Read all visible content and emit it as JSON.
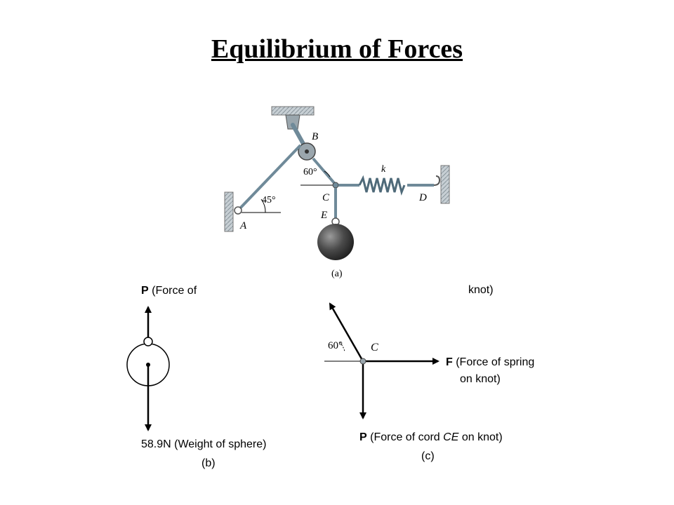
{
  "title": "Equilibrium of Forces",
  "figure_a": {
    "caption": "(a)",
    "point_b": "B",
    "point_c": "C",
    "point_d": "D",
    "point_e": "E",
    "point_a": "A",
    "spring": "k",
    "angle_bc": "60°",
    "angle_ac": "45°"
  },
  "figure_b": {
    "caption": "(b)",
    "force_top": "P",
    "force_top_desc": " (Force of",
    "weight_label": "58.9N (Weight of sphere)"
  },
  "figure_c": {
    "caption": "(c)",
    "clipped_text": "knot)",
    "angle": "60°",
    "point_c": "C",
    "force_f": "F",
    "force_f_desc": " (Force of spring",
    "force_f_desc2": "on knot)",
    "force_p": "P",
    "force_p_desc_pre": " (Force of cord ",
    "force_p_cord": "CE",
    "force_p_desc_post": " on knot)"
  },
  "colors": {
    "sphere": "#4a4a4a",
    "ink": "#000000",
    "rope": "#6f8a99",
    "support": "#9aa6ad"
  }
}
